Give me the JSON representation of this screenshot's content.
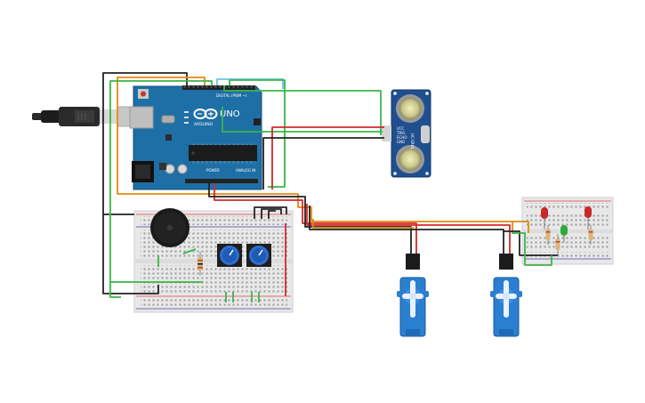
{
  "arduino": {
    "logo_text": "ARDUINO",
    "model": "UNO",
    "digital_label": "DIGITAL (PWM ~)",
    "power_label": "POWER",
    "analog_label": "ANALOG IN"
  },
  "sensor": {
    "model": "HC-SR04",
    "pins": [
      "VCC",
      "TRIG",
      "ECHO",
      "GND"
    ]
  },
  "colors": {
    "board": "#1e6fa5",
    "wire_red": "#d42a2a",
    "wire_black": "#222222",
    "wire_orange": "#e28a12",
    "wire_green": "#3bb54a",
    "wire_lightblue": "#6cc3e6",
    "servo": "#2a7fd0",
    "breadboard": "#e8e8e8",
    "led_red": "#c8282b",
    "led_green": "#2eaa3a"
  }
}
